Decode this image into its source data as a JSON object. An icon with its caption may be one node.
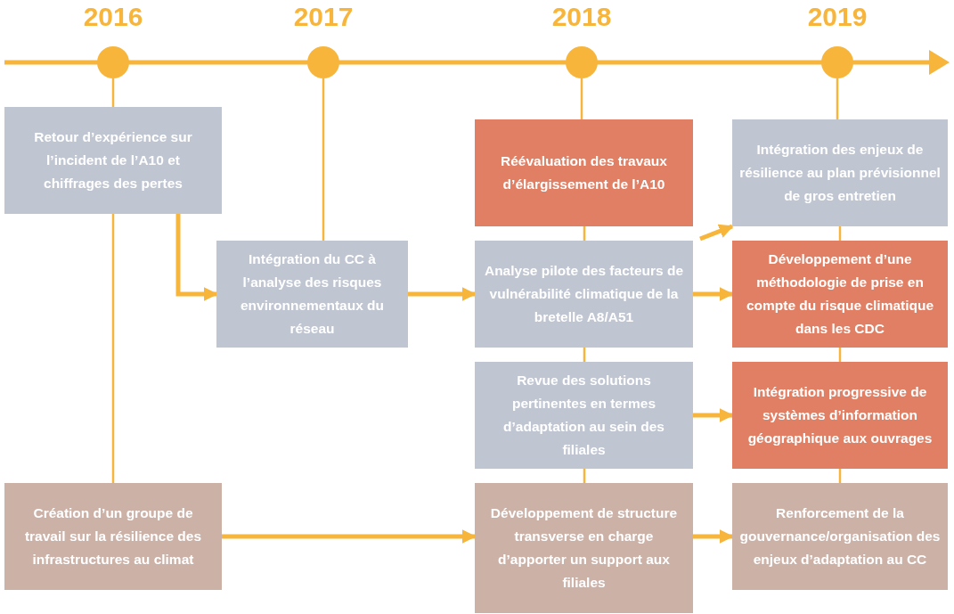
{
  "diagram": {
    "nodes": [
      {
        "text": [
          "2016"
        ]
      },
      {
        "text": [
          "2017"
        ]
      },
      {
        "text": [
          "2018"
        ]
      },
      {
        "text": [
          "2019"
        ]
      },
      {
        "text": [
          "Retour d’expérience sur l’incident de l’A10 et chiffrages des pertes"
        ]
      },
      {
        "text": [
          "Intégration du CC à l’analyse des risques environnementaux du réseau"
        ]
      },
      {
        "text": [
          "Réévaluation des travaux d’élargissement de l’A10"
        ]
      },
      {
        "text": [
          "Analyse pilote des facteurs de vulnérabilité climatique de la bretelle A8/A51"
        ]
      },
      {
        "text": [
          "Revue des solutions pertinentes en termes d’adaptation au sein des filiales"
        ]
      },
      {
        "text": [
          "Intégration des enjeux de résilience au plan prévisionnel de gros entretien"
        ]
      },
      {
        "text": [
          "Développement d’une méthodologie de prise en compte du risque climatique dans les CDC"
        ]
      },
      {
        "text": [
          "Intégration progressive de systèmes d’information géographique aux ouvrages"
        ]
      },
      {
        "text": [
          "Création d’un groupe de travail sur la résilience des infrastructures au climat"
        ]
      },
      {
        "text": [
          "Développement de structure transverse en charge d’apporter un support aux filiales"
        ]
      },
      {
        "text": [
          "Renforcement de la gouvernance/organisation des enjeux d’adaptation au CC"
        ]
      }
    ],
    "edges": [
      {
        "from": 0,
        "to": 4,
        "arrow": "none"
      },
      {
        "from": 4,
        "to": 12,
        "arrow": "none"
      },
      {
        "from": 1,
        "to": 5,
        "arrow": "none"
      },
      {
        "from": 2,
        "to": 6,
        "arrow": "none"
      },
      {
        "from": 6,
        "to": 7,
        "arrow": "none"
      },
      {
        "from": 7,
        "to": 8,
        "arrow": "none"
      },
      {
        "from": 8,
        "to": 13,
        "arrow": "none"
      },
      {
        "from": 3,
        "to": 9,
        "arrow": "none"
      },
      {
        "from": 9,
        "to": 10,
        "arrow": "none"
      },
      {
        "from": 10,
        "to": 11,
        "arrow": "none"
      },
      {
        "from": 11,
        "to": 14,
        "arrow": "none"
      },
      {
        "from": 4,
        "to": 5,
        "arrow": "to",
        "style": "thick"
      },
      {
        "from": 5,
        "to": 7,
        "arrow": "to",
        "style": "thick"
      },
      {
        "from": 7,
        "to": 9,
        "arrow": "to",
        "style": "thick"
      },
      {
        "from": 7,
        "to": 10,
        "arrow": "to",
        "style": "thick"
      },
      {
        "from": 8,
        "to": 11,
        "arrow": "to",
        "style": "thick"
      },
      {
        "from": 12,
        "to": 13,
        "arrow": "to",
        "style": "thick"
      },
      {
        "from": 13,
        "to": 14,
        "arrow": "to",
        "style": "thick"
      }
    ]
  }
}
